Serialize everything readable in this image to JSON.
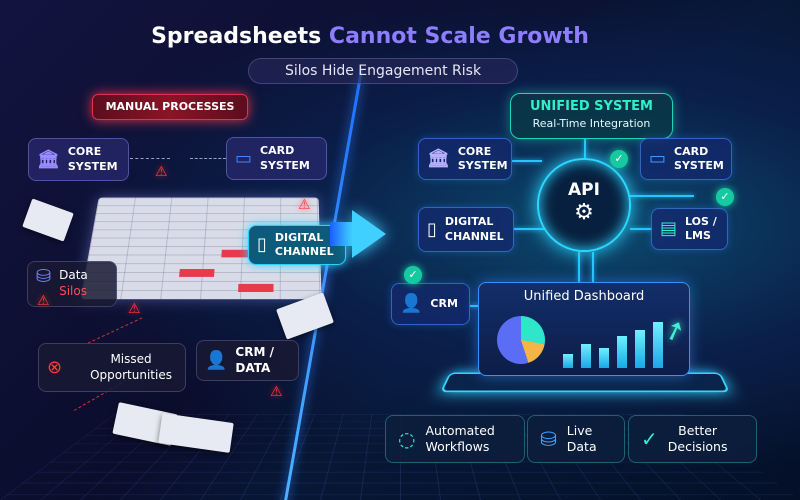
{
  "title": {
    "part1": "Spreadsheets",
    "part2": "Cannot Scale Growth"
  },
  "subtitle": "Silos Hide Engagement Risk",
  "left": {
    "banner": "MANUAL PROCESSES",
    "core_system": {
      "line1": "CORE",
      "line2": "SYSTEM",
      "icon": "bank-icon"
    },
    "card_system": {
      "line1": "CARD",
      "line2": "SYSTEM",
      "icon": "credit-card-icon"
    },
    "digital_channel": {
      "line1": "DIGITAL",
      "line2": "CHANNEL",
      "icon": "mobile-icon"
    },
    "data_silos": {
      "line1": "Data",
      "line2": "Silos",
      "icon": "database-icon"
    },
    "missed": {
      "line1": "Missed",
      "line2": "Opportunities",
      "icon": "error-icon"
    },
    "crm": {
      "line1": "CRM /",
      "line2": "DATA",
      "icon": "user-icon"
    },
    "accent_color": "#e0324a"
  },
  "right": {
    "banner": {
      "title": "UNIFIED SYSTEM",
      "subtitle": "Real-Time Integration"
    },
    "api": {
      "label": "API",
      "icon": "gear-icon"
    },
    "core_system": {
      "line1": "CORE",
      "line2": "SYSTEM"
    },
    "card_system": {
      "line1": "CARD",
      "line2": "SYSTEM"
    },
    "digital_channel": {
      "line1": "DIGITAL",
      "line2": "CHANNEL"
    },
    "los_lms": {
      "line1": "LOS /",
      "line2": "LMS"
    },
    "crm": {
      "label": "CRM"
    },
    "dashboard": {
      "title": "Unified Dashboard"
    },
    "benefits": [
      {
        "line1": "Automated",
        "line2": "Workflows",
        "icon": "chat-icon"
      },
      {
        "line1": "Live",
        "line2": "Data",
        "icon": "database-icon"
      },
      {
        "line1": "Better",
        "line2": "Decisions",
        "icon": "check-icon"
      }
    ],
    "accent_color": "#2ff0c8"
  }
}
